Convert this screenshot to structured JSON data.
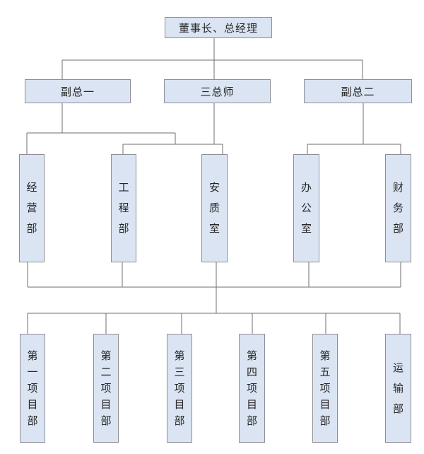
{
  "org": {
    "root": {
      "label": "董事长、总经理"
    },
    "level2": [
      {
        "label": "副总一"
      },
      {
        "label": "三总师"
      },
      {
        "label": "副总二"
      }
    ],
    "departments": [
      {
        "label": "经营部"
      },
      {
        "label": "工程部"
      },
      {
        "label": "安质室"
      },
      {
        "label": "办公室"
      },
      {
        "label": "财务部"
      }
    ],
    "projects": [
      {
        "label": "第一项目部"
      },
      {
        "label": "第二项目部"
      },
      {
        "label": "第三项目部"
      },
      {
        "label": "第四项目部"
      },
      {
        "label": "第五项目部"
      },
      {
        "label": "运输部"
      }
    ]
  },
  "colors": {
    "box_fill": "#dbe4f3",
    "box_border": "#8e8e96",
    "line": "#6f6f6f",
    "text": "#262626",
    "background": "#ffffff"
  }
}
